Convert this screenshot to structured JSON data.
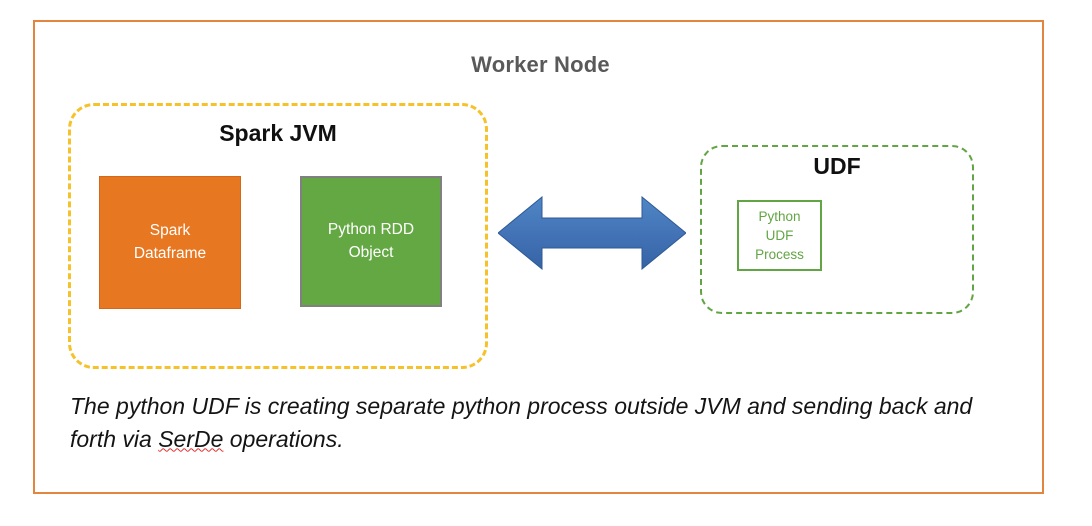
{
  "diagram": {
    "title": "Worker Node",
    "outer_border_color": "#E2853E",
    "title_color": "#595959",
    "panels": {
      "spark_jvm": {
        "title": "Spark JVM",
        "border_color": "#F5C22B",
        "border_style": "dashed",
        "boxes": [
          {
            "name": "spark-dataframe",
            "label_line1": "Spark",
            "label_line2": "Dataframe",
            "fill": "#E87722",
            "text_color": "#FFFFFF"
          },
          {
            "name": "python-rdd-object",
            "label_line1": "Python RDD",
            "label_line2": "Object",
            "fill": "#64A844",
            "border": "#808080",
            "text_color": "#FFFFFF"
          }
        ]
      },
      "udf": {
        "title": "UDF",
        "border_color": "#62A544",
        "border_style": "dashed",
        "boxes": [
          {
            "name": "python-udf-process",
            "label_line1": "Python",
            "label_line2": "UDF",
            "label_line3": "Process",
            "fill": "#FFFFFF",
            "border": "#62A544",
            "text_color": "#62A544"
          }
        ]
      }
    },
    "connector": {
      "name": "double-headed-arrow",
      "direction": "bidirectional",
      "color": "#3F72BC"
    },
    "caption": {
      "part1": "The python UDF is creating separate python  process outside JVM and sending back and forth via ",
      "misspelled_word": "SerDe",
      "part2": " operations."
    }
  }
}
